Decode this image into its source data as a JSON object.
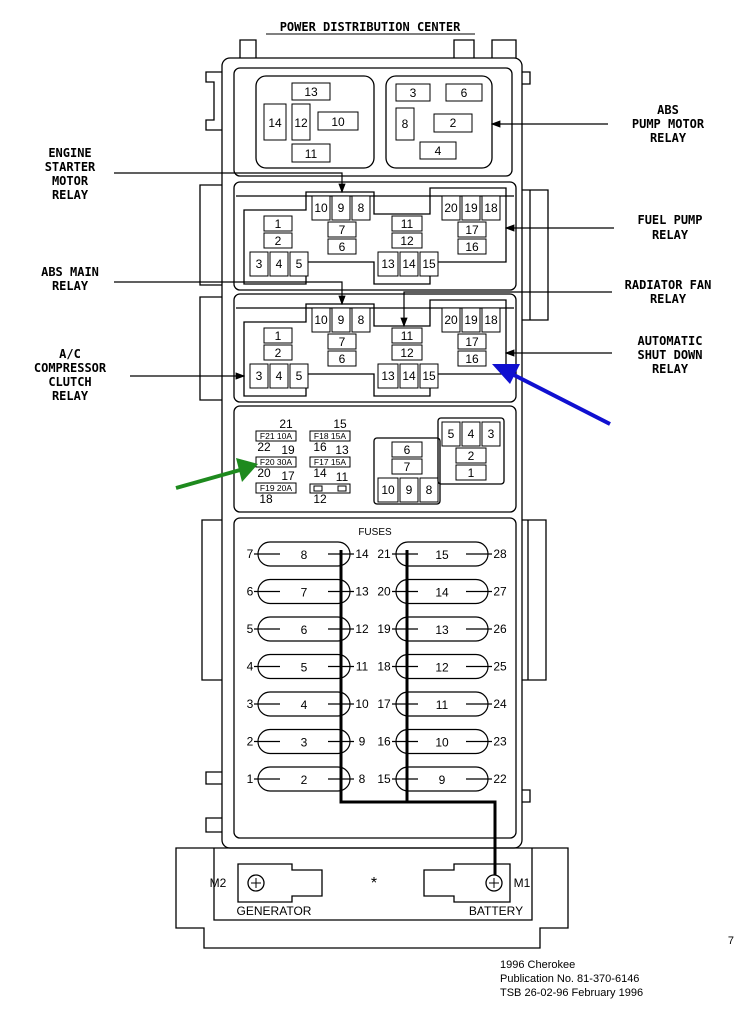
{
  "title": "POWER DISTRIBUTION CENTER",
  "labels": {
    "abs_pump_motor": [
      "ABS",
      "PUMP MOTOR",
      "RELAY"
    ],
    "engine_starter": [
      "ENGINE",
      "STARTER",
      "MOTOR",
      "RELAY"
    ],
    "fuel_pump": [
      "FUEL PUMP",
      "RELAY"
    ],
    "abs_main": [
      "ABS MAIN",
      "RELAY"
    ],
    "radiator_fan": [
      "RADIATOR FAN",
      "RELAY"
    ],
    "asd": [
      "AUTOMATIC",
      "SHUT DOWN",
      "RELAY"
    ],
    "ac_clutch": [
      "A/C",
      "COMPRESSOR",
      "CLUTCH",
      "RELAY"
    ]
  },
  "fuses_header": "FUSES",
  "top_left_slots": [
    "13",
    "14",
    "12",
    "10",
    "11"
  ],
  "top_right_slots": [
    "3",
    "6",
    "8",
    "2",
    "4"
  ],
  "relay_row": {
    "left": [
      "1",
      "2",
      "3",
      "4",
      "5"
    ],
    "center_left": [
      "10",
      "9",
      "8",
      "7",
      "6"
    ],
    "center_right": [
      "11",
      "12",
      "13",
      "14",
      "15"
    ],
    "right": [
      "20",
      "19",
      "18",
      "17",
      "16"
    ]
  },
  "minifuse_numbers": [
    "21",
    "15",
    "22",
    "19",
    "16",
    "13",
    "20",
    "17",
    "14",
    "11",
    "18",
    "12"
  ],
  "minifuse_ratings": [
    "F21 10A",
    "F18 15A",
    "F20 30A",
    "F17 15A",
    "F19 20A"
  ],
  "small_relays": [
    "6",
    "7",
    "10",
    "9",
    "8",
    "5",
    "4",
    "3",
    "2",
    "1"
  ],
  "fuse_rows": [
    {
      "outer_left": "7",
      "left": "8",
      "inner_left": "14",
      "inner_right": "21",
      "right": "15",
      "outer_right": "28"
    },
    {
      "outer_left": "6",
      "left": "7",
      "inner_left": "13",
      "inner_right": "20",
      "right": "14",
      "outer_right": "27"
    },
    {
      "outer_left": "5",
      "left": "6",
      "inner_left": "12",
      "inner_right": "19",
      "right": "13",
      "outer_right": "26"
    },
    {
      "outer_left": "4",
      "left": "5",
      "inner_left": "11",
      "inner_right": "18",
      "right": "12",
      "outer_right": "25"
    },
    {
      "outer_left": "3",
      "left": "4",
      "inner_left": "10",
      "inner_right": "17",
      "right": "11",
      "outer_right": "24"
    },
    {
      "outer_left": "2",
      "left": "3",
      "inner_left": "9",
      "inner_right": "16",
      "right": "10",
      "outer_right": "23"
    },
    {
      "outer_left": "1",
      "left": "2",
      "inner_left": "8",
      "inner_right": "15",
      "right": "9",
      "outer_right": "22"
    }
  ],
  "bottom": {
    "m2": "M2",
    "m1": "M1",
    "generator": "GENERATOR",
    "battery": "BATTERY",
    "star": "*"
  },
  "page_number": "7",
  "footer": [
    "1996 Cherokee",
    "Publication No. 81-370-6146",
    "TSB 26-02-96  February  1996"
  ],
  "colors": {
    "blue_arrow": "#1010d0",
    "green_arrow": "#1e8a1e"
  }
}
